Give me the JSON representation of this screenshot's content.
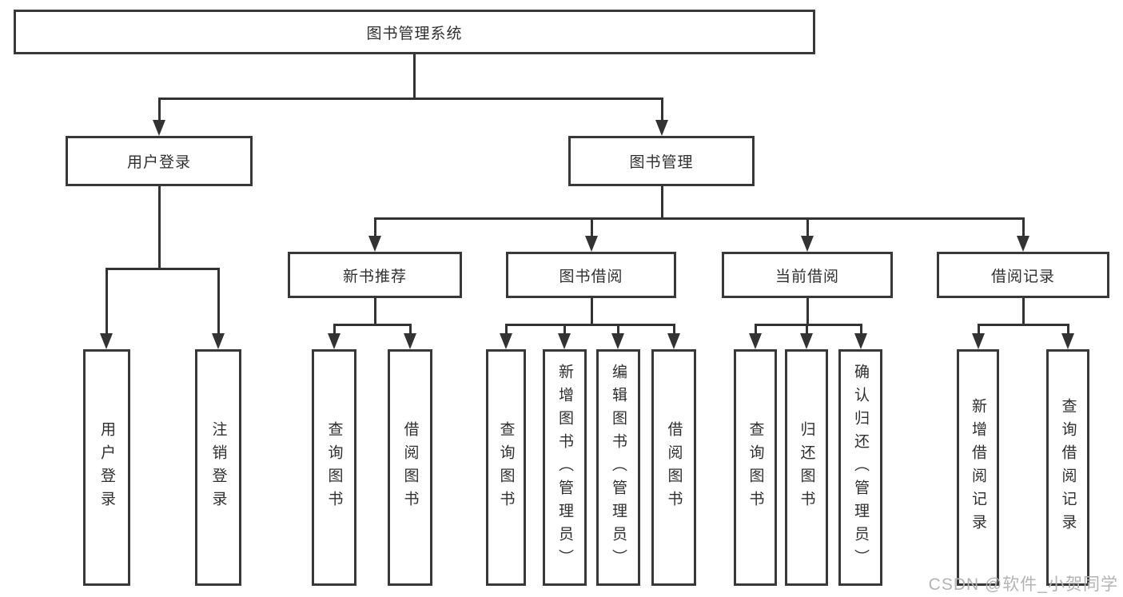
{
  "tree": {
    "label": "图书管理系统",
    "children": [
      {
        "label": "用户登录",
        "children": [
          {
            "label": "用户登录"
          },
          {
            "label": "注销登录"
          }
        ]
      },
      {
        "label": "图书管理",
        "children": [
          {
            "label": "新书推荐",
            "children": [
              {
                "label": "查询图书"
              },
              {
                "label": "借阅图书"
              }
            ]
          },
          {
            "label": "图书借阅",
            "children": [
              {
                "label": "查询图书"
              },
              {
                "label": "新增图书（管理员）"
              },
              {
                "label": "编辑图书（管理员）"
              },
              {
                "label": "借阅图书"
              }
            ]
          },
          {
            "label": "当前借阅",
            "children": [
              {
                "label": "查询图书"
              },
              {
                "label": "归还图书"
              },
              {
                "label": "确认归还（管理员）"
              }
            ]
          },
          {
            "label": "借阅记录",
            "children": [
              {
                "label": "新增借阅记录"
              },
              {
                "label": "查询借阅记录"
              }
            ]
          }
        ]
      }
    ]
  },
  "watermark": "CSDN @软件_小贺同学",
  "colors": {
    "line": "#333333",
    "box_border": "#383838",
    "text": "#2f2f2f",
    "background": "#ffffff",
    "watermark": "#b3b3b3"
  }
}
